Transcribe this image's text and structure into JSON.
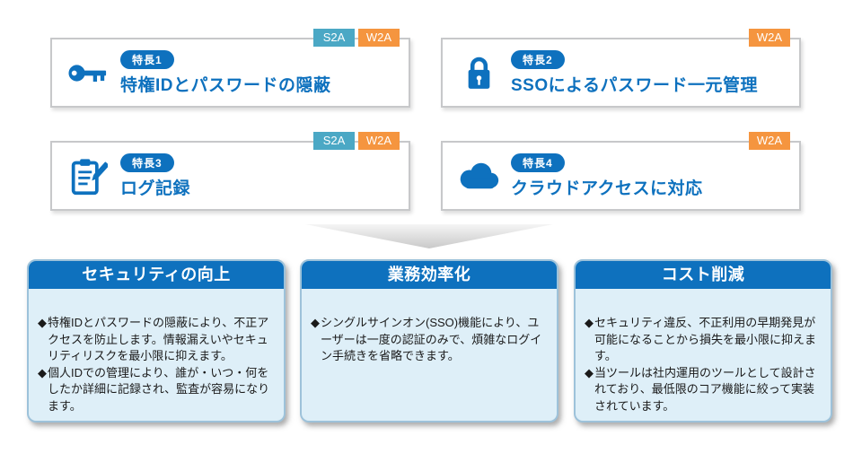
{
  "colors": {
    "blue": "#0E71BE",
    "teal": "#4BA8C5",
    "orange": "#F5953F",
    "panel_bg": "#DEEFF8",
    "panel_border": "#9DC2DA",
    "card_border": "#C7C8CA",
    "text": "#1A1A1A"
  },
  "bullet_marker": "◆",
  "features": [
    {
      "badge": "特長1",
      "title": "特権IDとパスワードの隠蔽",
      "icon": "key-icon",
      "tags": [
        "S2A",
        "W2A"
      ]
    },
    {
      "badge": "特長2",
      "title": "SSOによるパスワード一元管理",
      "icon": "lock-icon",
      "tags": [
        "W2A"
      ]
    },
    {
      "badge": "特長3",
      "title": "ログ記録",
      "icon": "clipboard-pencil-icon",
      "tags": [
        "S2A",
        "W2A"
      ]
    },
    {
      "badge": "特長4",
      "title": "クラウドアクセスに対応",
      "icon": "cloud-icon",
      "tags": [
        "W2A"
      ]
    }
  ],
  "benefits": [
    {
      "title": "セキュリティの向上",
      "bullets": [
        "特権IDとパスワードの隠蔽により、不正アクセスを防止します。情報漏えいやセキュリティリスクを最小限に抑えます。",
        "個人IDでの管理により、誰が・いつ・何をしたか詳細に記録され、監査が容易になります。"
      ]
    },
    {
      "title": "業務効率化",
      "bullets": [
        "シングルサインオン(SSO)機能により、ユーザーは一度の認証のみで、煩雑なログイン手続きを省略できます。"
      ]
    },
    {
      "title": "コスト削減",
      "bullets": [
        "セキュリティ違反、不正利用の早期発見が可能になることから損失を最小限に抑えます。",
        "当ツールは社内運用のツールとして設計されており、最低限のコア機能に絞って実装されています。"
      ]
    }
  ]
}
